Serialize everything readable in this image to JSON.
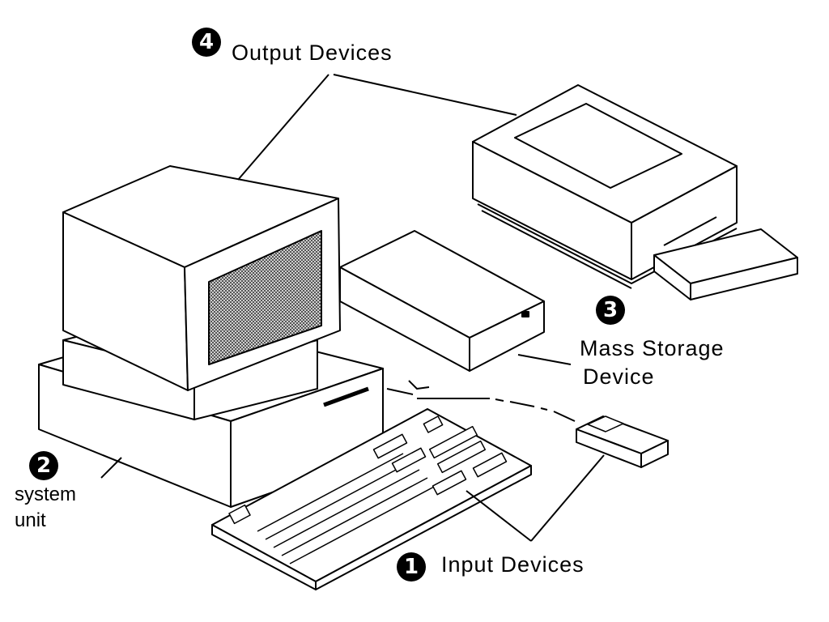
{
  "labels": {
    "output": {
      "badge": "4",
      "text": "Output Devices"
    },
    "mass_storage": {
      "badge": "3",
      "line1": "Mass Storage",
      "line2": "Device"
    },
    "system_unit": {
      "badge": "2",
      "line1": "system",
      "line2": "unit"
    },
    "input": {
      "badge": "1",
      "text": "Input Devices"
    }
  },
  "colors": {
    "ink": "#000000",
    "paper": "#ffffff",
    "screen": "#9a9a9a"
  }
}
